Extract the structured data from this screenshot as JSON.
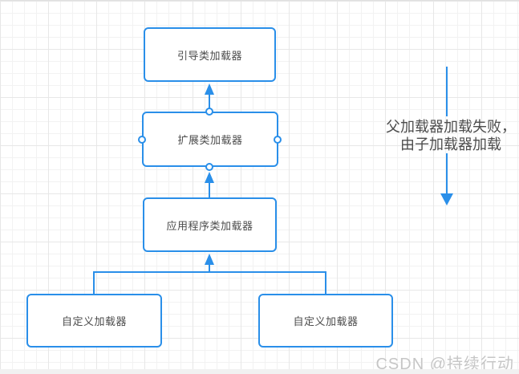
{
  "diagram": {
    "nodes": [
      {
        "id": "bootstrap",
        "label": "引导类加载器"
      },
      {
        "id": "extension",
        "label": "扩展类加载器"
      },
      {
        "id": "application",
        "label": "应用程序类加载器"
      },
      {
        "id": "custom-left",
        "label": "自定义加载器"
      },
      {
        "id": "custom-right",
        "label": "自定义加载器"
      }
    ],
    "edges": [
      {
        "from": "extension",
        "to": "bootstrap",
        "direction": "up"
      },
      {
        "from": "application",
        "to": "extension",
        "direction": "up"
      },
      {
        "from": "custom-left",
        "to": "application",
        "direction": "up"
      },
      {
        "from": "custom-right",
        "to": "application",
        "direction": "up"
      }
    ],
    "annotation": {
      "line1": "父加载器加载失败，",
      "line2": "由子加载器加载",
      "arrow_direction": "down"
    },
    "colors": {
      "accent": "#2a8fe9",
      "node_text": "#4c4c4c",
      "annotation_text": "#4d4d4d",
      "grid_minor": "#f2f2f2",
      "grid_major": "#e7e7e7",
      "watermark": "#c6c6c6"
    }
  },
  "watermark": {
    "text": "CSDN @持续行动"
  }
}
